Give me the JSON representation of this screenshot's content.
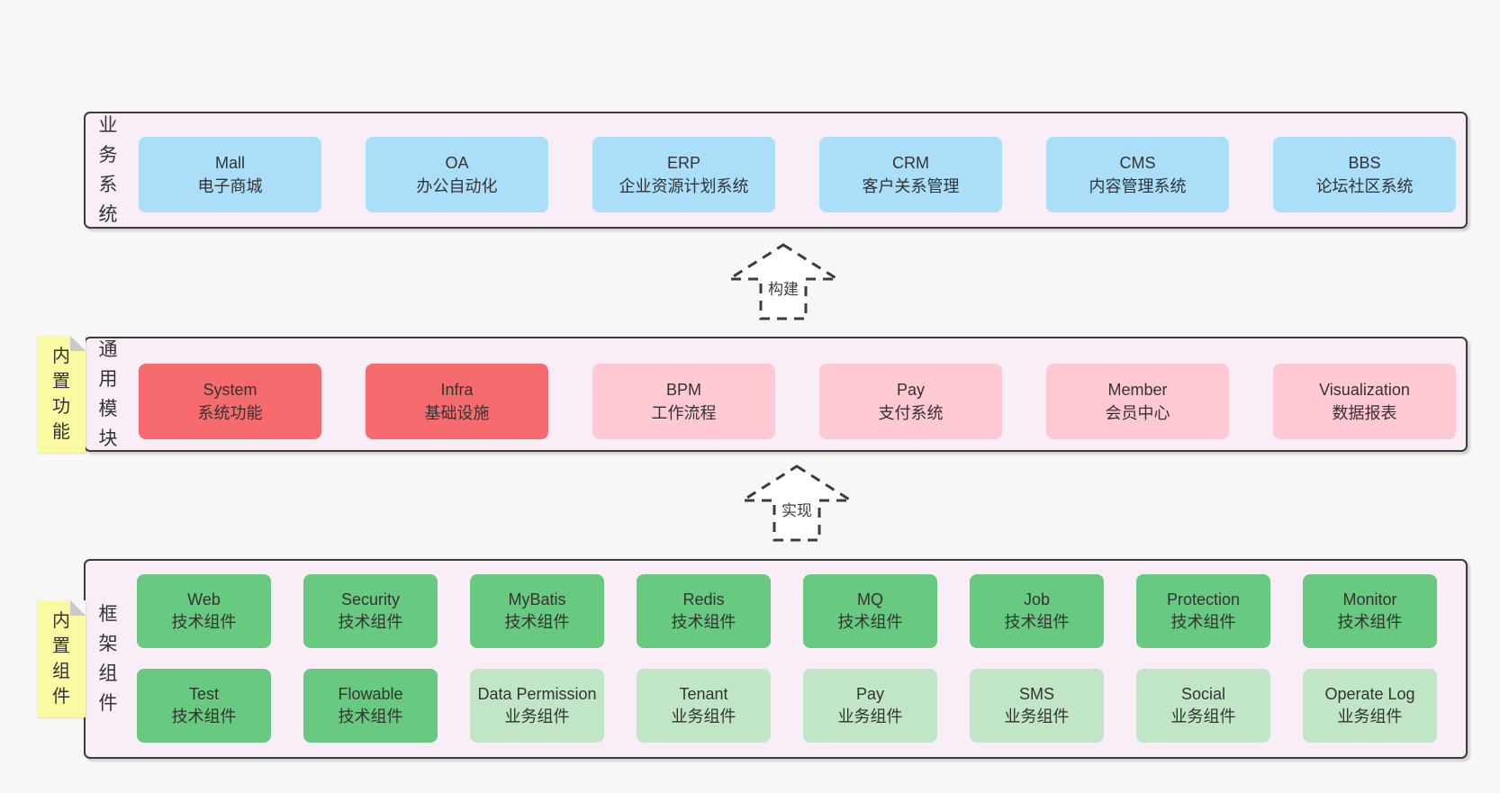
{
  "colors": {
    "page_bg": "#f8f7f8",
    "panel_bg": "#f9edf8",
    "panel_border": "#3b3b3b",
    "blue": "#aadef9",
    "red": "#f56b6e",
    "pink": "#ffc9d3",
    "green": "#68c981",
    "light_green": "#c1e6c6",
    "note_yellow": "#fafaa2",
    "note_fold_gray": "#c9c9c9",
    "text": "#333333",
    "arrow_stroke": "#3c3c3c"
  },
  "panels": [
    {
      "label": "业务系统",
      "boxes": [
        {
          "name": "Mall",
          "desc": "电子商城"
        },
        {
          "name": "OA",
          "desc": "办公自动化"
        },
        {
          "name": "ERP",
          "desc": "企业资源计划系统"
        },
        {
          "name": "CRM",
          "desc": "客户关系管理"
        },
        {
          "name": "CMS",
          "desc": "内容管理系统"
        },
        {
          "name": "BBS",
          "desc": "论坛社区系统"
        }
      ]
    },
    {
      "label": "通用模块",
      "note": "内置功能",
      "boxes": [
        {
          "name": "System",
          "desc": "系统功能"
        },
        {
          "name": "Infra",
          "desc": "基础设施"
        },
        {
          "name": "BPM",
          "desc": "工作流程"
        },
        {
          "name": "Pay",
          "desc": "支付系统"
        },
        {
          "name": "Member",
          "desc": "会员中心"
        },
        {
          "name": "Visualization",
          "desc": "数据报表"
        }
      ]
    },
    {
      "label": "框架组件",
      "note": "内置组件",
      "rows": [
        [
          {
            "name": "Web",
            "desc": "技术组件"
          },
          {
            "name": "Security",
            "desc": "技术组件"
          },
          {
            "name": "MyBatis",
            "desc": "技术组件"
          },
          {
            "name": "Redis",
            "desc": "技术组件"
          },
          {
            "name": "MQ",
            "desc": "技术组件"
          },
          {
            "name": "Job",
            "desc": "技术组件"
          },
          {
            "name": "Protection",
            "desc": "技术组件"
          },
          {
            "name": "Monitor",
            "desc": "技术组件"
          }
        ],
        [
          {
            "name": "Test",
            "desc": "技术组件"
          },
          {
            "name": "Flowable",
            "desc": "技术组件"
          },
          {
            "name": "Data Permission",
            "desc": "业务组件"
          },
          {
            "name": "Tenant",
            "desc": "业务组件"
          },
          {
            "name": "Pay",
            "desc": "业务组件"
          },
          {
            "name": "SMS",
            "desc": "业务组件"
          },
          {
            "name": "Social",
            "desc": "业务组件"
          },
          {
            "name": "Operate Log",
            "desc": "业务组件"
          }
        ]
      ]
    }
  ],
  "arrows": [
    {
      "label": "构建"
    },
    {
      "label": "实现"
    }
  ]
}
